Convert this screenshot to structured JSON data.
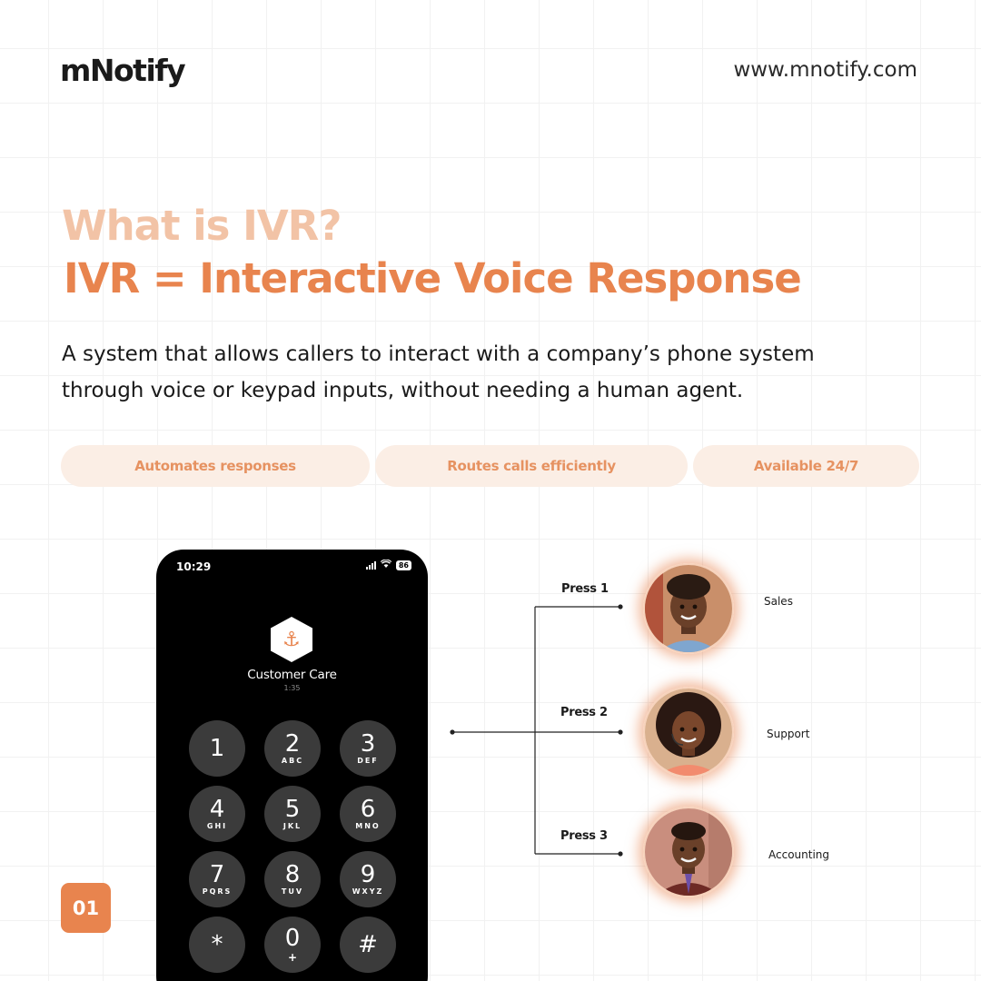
{
  "brand": {
    "logo": "mNotify",
    "website": "www.mnotify.com",
    "accent": "#e8844e",
    "accent_light": "#f2c3a6",
    "pill_bg": "#fbeee5"
  },
  "headline": {
    "question": "What is IVR?",
    "definition": "IVR = Interactive Voice Response"
  },
  "description": "A system that allows callers to interact with a company’s phone system through voice or keypad inputs, without needing a human agent.",
  "features": [
    "Automates responses",
    "Routes calls efficiently",
    "Available 24/7"
  ],
  "phone": {
    "time": "10:29",
    "battery": "86",
    "app_icon": "anchor-icon",
    "caller": "Customer Care",
    "call_duration": "1:35",
    "keys": [
      {
        "digit": "1",
        "letters": ""
      },
      {
        "digit": "2",
        "letters": "ABC"
      },
      {
        "digit": "3",
        "letters": "DEF"
      },
      {
        "digit": "4",
        "letters": "GHI"
      },
      {
        "digit": "5",
        "letters": "JKL"
      },
      {
        "digit": "6",
        "letters": "MNO"
      },
      {
        "digit": "7",
        "letters": "PQRS"
      },
      {
        "digit": "8",
        "letters": "TUV"
      },
      {
        "digit": "9",
        "letters": "WXYZ"
      },
      {
        "digit": "*",
        "letters": ""
      },
      {
        "digit": "0",
        "letters": "+"
      },
      {
        "digit": "#",
        "letters": ""
      }
    ]
  },
  "routes": [
    {
      "press": "Press 1",
      "department": "Sales",
      "avatar": "sales-agent-avatar"
    },
    {
      "press": "Press 2",
      "department": "Support",
      "avatar": "support-agent-avatar"
    },
    {
      "press": "Press 3",
      "department": "Accounting",
      "avatar": "accounting-agent-avatar"
    }
  ],
  "slide_number": "01"
}
